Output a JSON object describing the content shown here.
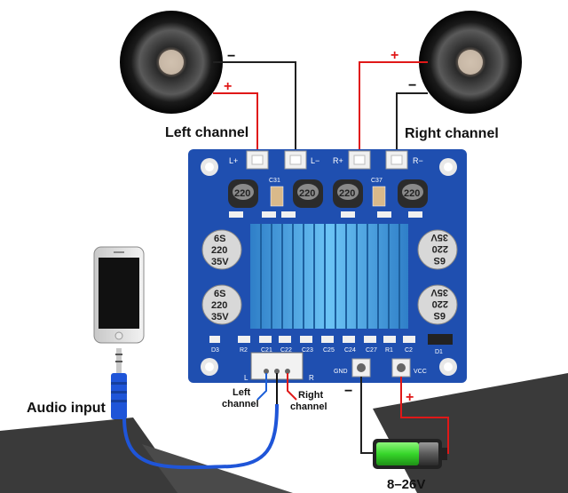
{
  "labels": {
    "left_channel": "Left channel",
    "right_channel": "Right channel",
    "audio_input": "Audio input",
    "voltage": "8–26V",
    "plus": "+",
    "minus": "−",
    "jack_left": "Left",
    "jack_left2": "channel",
    "jack_right": "Right",
    "jack_right2": "channel"
  },
  "pcb": {
    "terminals": [
      "L+",
      "L−",
      "R+",
      "R−"
    ],
    "gnd": "GND",
    "vcc": "VCC",
    "cap_large": [
      "6S",
      "220",
      "35V"
    ],
    "cap_small": "220",
    "silk": [
      "C31",
      "C37",
      "D3",
      "R2",
      "C21",
      "C22",
      "C23",
      "C25",
      "C24",
      "C27",
      "R1",
      "C2",
      "D1",
      "L",
      "R"
    ]
  },
  "colors": {
    "pcb": "#1f4fb0",
    "heatsink": "#4aa8e8",
    "wire_red": "#e01818",
    "wire_black": "#202020",
    "battery_green": "#36d62a"
  }
}
